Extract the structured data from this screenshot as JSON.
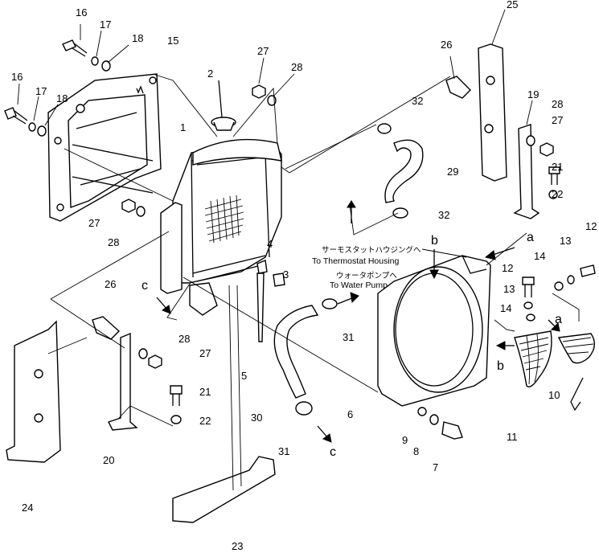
{
  "notes": {
    "thermo_jp": "サーモスタットハウジングへ",
    "thermo_en": "To Thermostat Housing",
    "pump_jp": "ウォータポンプへ",
    "pump_en": "To Water Pump"
  },
  "letters": {
    "a": "a",
    "b": "b",
    "c": "c"
  },
  "labels": [
    "16",
    "17",
    "18",
    "16",
    "17",
    "18",
    "15",
    "2",
    "27",
    "28",
    "1",
    "27",
    "28",
    "25",
    "26",
    "19",
    "28",
    "27",
    "21",
    "22",
    "32",
    "29",
    "32",
    "4",
    "3",
    "12",
    "13",
    "14",
    "12",
    "13",
    "14",
    "26",
    "28",
    "27",
    "21",
    "22",
    "20",
    "24",
    "5",
    "30",
    "31",
    "31",
    "6",
    "9",
    "8",
    "7",
    "11",
    "10",
    "23"
  ]
}
